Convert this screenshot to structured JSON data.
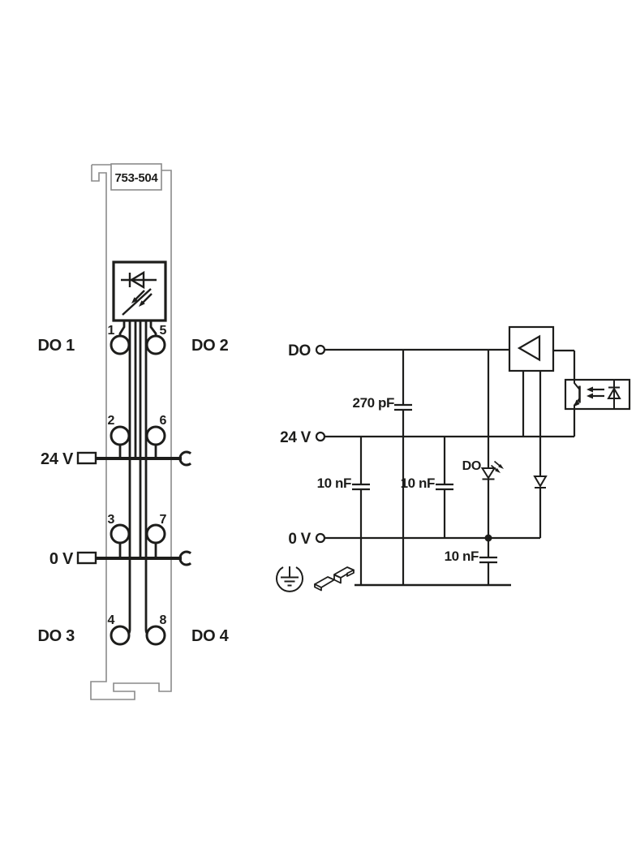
{
  "page": {
    "background": "#ffffff"
  },
  "module_view": {
    "part_number": "753-504",
    "labels": {
      "do1": "DO 1",
      "do2": "DO 2",
      "v24": "24 V",
      "v0": "0 V",
      "do3": "DO 3",
      "do4": "DO 4"
    },
    "terminals": {
      "t1": "1",
      "t2": "2",
      "t3": "3",
      "t4": "4",
      "t5": "5",
      "t6": "6",
      "t7": "7",
      "t8": "8"
    },
    "icons": [
      "led-indicator-box-icon",
      "power-jumper-contact-icon",
      "rail-contact-socket-icon",
      "din-foot-outline"
    ]
  },
  "schematic_view": {
    "labels": {
      "do": "DO",
      "v24": "24 V",
      "v0": "0 V",
      "led": "DO"
    },
    "capacitors": {
      "c270": "270 pF",
      "c10_left": "10 nF",
      "c10_mid": "10 nF",
      "c10_gnd": "10 nF"
    },
    "icons": [
      "driver-amplifier-icon",
      "optocoupler-icon",
      "do-led-icon",
      "flyback-diode-icon",
      "capacitor-icon",
      "functional-earth-icon",
      "din-rail-icon",
      "junction-dot"
    ]
  },
  "colors": {
    "line": "#1d1d1b",
    "outline": "#8a8a8a",
    "background": "#ffffff"
  }
}
